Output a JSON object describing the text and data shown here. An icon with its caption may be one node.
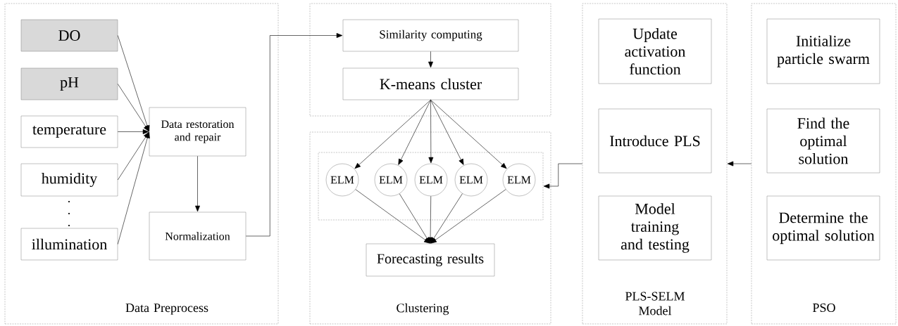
{
  "diagram": {
    "nodes": [
      {
        "text": [
          "Data Preprocess"
        ]
      },
      {
        "text": [
          "DO"
        ],
        "in": 0
      },
      {
        "text": [
          "pH"
        ],
        "in": 0
      },
      {
        "text": [
          "temperature"
        ],
        "in": 0
      },
      {
        "text": [
          "humidity"
        ],
        "in": 0
      },
      {
        "text": [
          "illumination"
        ],
        "in": 0
      },
      {
        "text": [
          "Data restoration and repair"
        ],
        "in": 0
      },
      {
        "text": [
          "Normalization"
        ],
        "in": 0
      },
      {
        "text": [],
        "shape": "box"
      },
      {
        "text": [
          "Similarity computing"
        ],
        "in": 8
      },
      {
        "text": [
          "K-means cluster"
        ],
        "in": 8
      },
      {
        "text": [
          "Clustering"
        ]
      },
      {
        "text": [],
        "shape": "box",
        "in": 11
      },
      {
        "text": [
          "ELM"
        ],
        "in": 12
      },
      {
        "text": [
          "ELM"
        ],
        "in": 12
      },
      {
        "text": [
          "ELM"
        ],
        "in": 12
      },
      {
        "text": [
          "ELM"
        ],
        "in": 12
      },
      {
        "text": [
          "ELM"
        ],
        "in": 12
      },
      {
        "text": [
          "Forecasting results"
        ],
        "in": 11
      },
      {
        "text": [
          "PLS-SELM Model"
        ]
      },
      {
        "text": [
          "Update activation function"
        ],
        "in": 19
      },
      {
        "text": [
          "Introduce PLS"
        ],
        "in": 19
      },
      {
        "text": [
          "Model training and testing"
        ],
        "in": 19
      },
      {
        "text": [
          "PSO"
        ]
      },
      {
        "text": [
          "Initialize particle swarm"
        ],
        "in": 23
      },
      {
        "text": [
          "Find the optimal solution"
        ],
        "in": 23
      },
      {
        "text": [
          "Determine the optimal solution"
        ],
        "in": 23
      }
    ],
    "edges": [
      {
        "from": 1,
        "to": 6,
        "arrow": "to"
      },
      {
        "from": 2,
        "to": 6,
        "arrow": "to"
      },
      {
        "from": 3,
        "to": 6,
        "arrow": "to"
      },
      {
        "from": 4,
        "to": 6,
        "arrow": "to"
      },
      {
        "from": 5,
        "to": 6,
        "arrow": "to"
      },
      {
        "from": 6,
        "to": 7,
        "arrow": "to"
      },
      {
        "from": 7,
        "to": 9,
        "arrow": "to"
      },
      {
        "from": 9,
        "to": 10,
        "arrow": "to"
      },
      {
        "from": 10,
        "to": 13,
        "arrow": "to"
      },
      {
        "from": 10,
        "to": 14,
        "arrow": "to"
      },
      {
        "from": 10,
        "to": 15,
        "arrow": "to"
      },
      {
        "from": 10,
        "to": 16,
        "arrow": "to"
      },
      {
        "from": 10,
        "to": 17,
        "arrow": "to"
      },
      {
        "from": 13,
        "to": 18,
        "arrow": "to"
      },
      {
        "from": 14,
        "to": 18,
        "arrow": "to"
      },
      {
        "from": 15,
        "to": 18,
        "arrow": "to"
      },
      {
        "from": 16,
        "to": 18,
        "arrow": "to"
      },
      {
        "from": 17,
        "to": 18,
        "arrow": "to"
      },
      {
        "from": 19,
        "to": 12,
        "arrow": "to"
      },
      {
        "from": 23,
        "to": 19,
        "arrow": "to"
      }
    ]
  }
}
